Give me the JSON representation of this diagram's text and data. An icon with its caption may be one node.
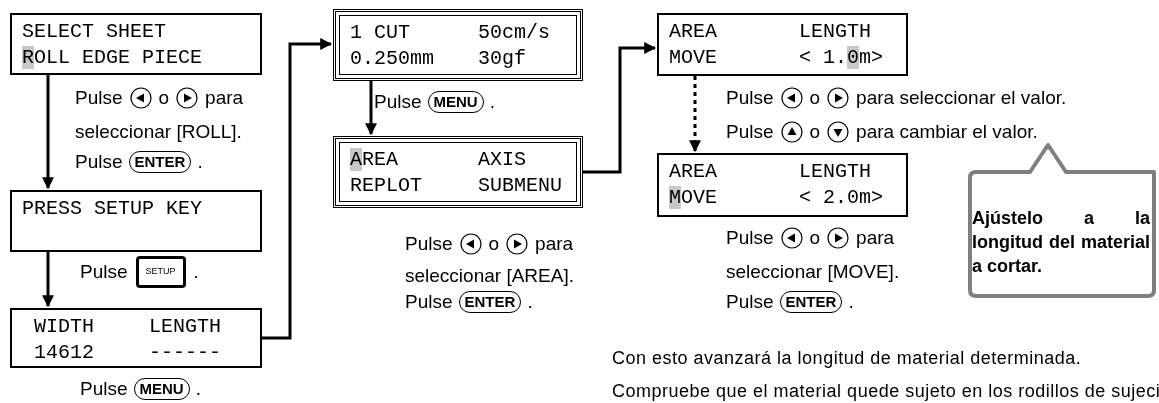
{
  "diagram": {
    "nodes": [
      {
        "text": [
          "SELECT SHEET",
          "ROLL EDGE PIECE"
        ]
      },
      {
        "text": [
          "PRESS SETUP KEY"
        ]
      },
      {
        "text": [
          "WIDTH",
          "LENGTH",
          "14612",
          "------"
        ]
      },
      {
        "text": [
          "1 CUT",
          "50cm/s",
          "0.250mm",
          "30gf"
        ]
      },
      {
        "text": [
          "AREA",
          "AXIS",
          "REPLOT",
          "SUBMENU"
        ]
      },
      {
        "text": [
          "AREA",
          "LENGTH",
          "MOVE",
          "< 1.0m>"
        ]
      },
      {
        "text": [
          "AREA",
          "LENGTH",
          "MOVE",
          "< 2.0m>"
        ]
      },
      {
        "text": [
          "Ajústelo a la longitud del material a cortar."
        ]
      }
    ],
    "edges": [
      {
        "from": 0,
        "to": 1,
        "arrow": "to"
      },
      {
        "from": 1,
        "to": 2,
        "arrow": "to"
      },
      {
        "from": 2,
        "to": 3,
        "arrow": "to"
      },
      {
        "from": 3,
        "to": 4,
        "arrow": "to"
      },
      {
        "from": 4,
        "to": 5,
        "arrow": "to"
      },
      {
        "from": 5,
        "to": 6,
        "arrow": "to",
        "style": "dashed"
      }
    ],
    "labels": [
      "Pulse",
      "o",
      "para",
      "seleccionar [ROLL].",
      "Pulse",
      "ENTER",
      ".",
      "Pulse",
      "SETUP",
      ".",
      "Pulse",
      "MENU",
      ".",
      "Pulse",
      "MENU",
      ".",
      "Pulse",
      "o",
      "para",
      "seleccionar [AREA].",
      "Pulse",
      "ENTER",
      ".",
      "Pulse",
      "o",
      "para seleccionar el valor.",
      "Pulse",
      "o",
      "para cambiar el valor.",
      "Pulse",
      "o",
      "para",
      "seleccionar [MOVE].",
      "Pulse",
      "ENTER",
      ".",
      "Con esto avanzará la longitud de material determinada.",
      "Compruebe que el material quede sujeto en los rodillos de sujeci"
    ]
  }
}
